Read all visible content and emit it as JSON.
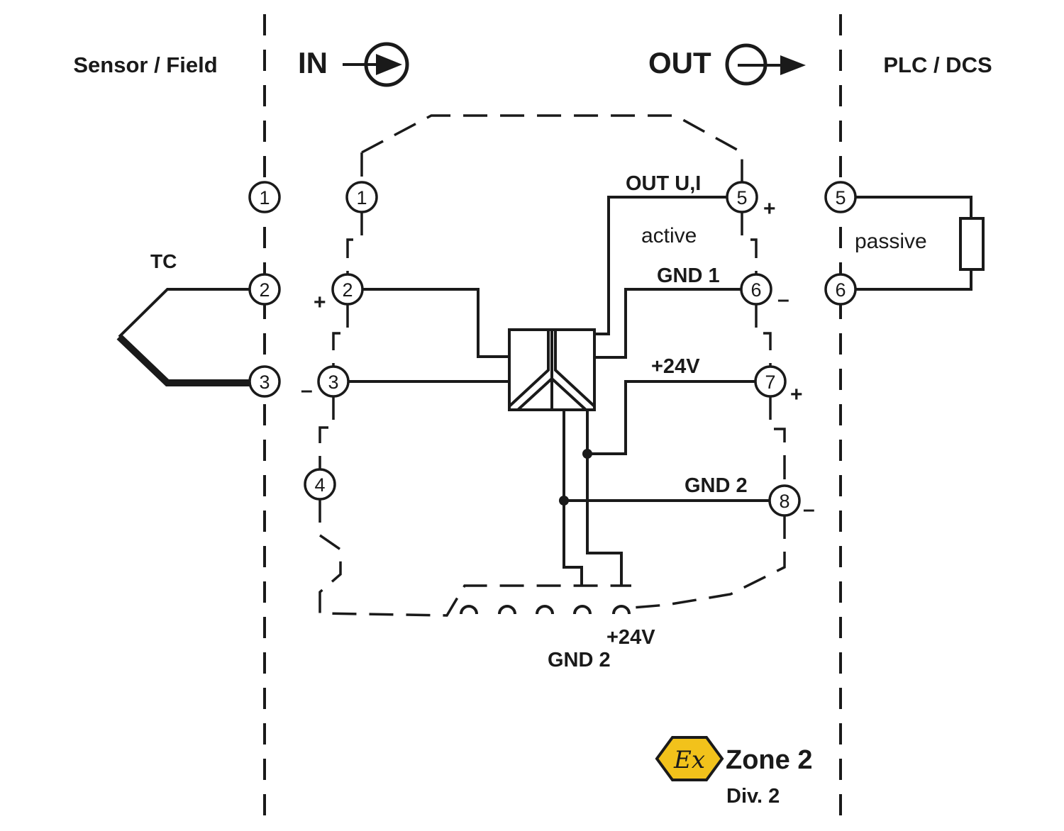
{
  "headers": {
    "sensor_field": "Sensor / Field",
    "in": "IN",
    "out": "OUT",
    "plc_dcs": "PLC / DCS"
  },
  "sensor": {
    "type_label": "TC",
    "terminals": [
      "1",
      "2",
      "3"
    ]
  },
  "input_terminals": {
    "numbers": [
      "1",
      "2",
      "3",
      "4"
    ],
    "plus": "+",
    "minus": "–"
  },
  "output_terminals": {
    "numbers": [
      "5",
      "6",
      "7",
      "8"
    ],
    "out_ui": "OUT U,I",
    "active": "active",
    "gnd1": "GND 1",
    "supply": "+24V",
    "gnd2": "GND 2",
    "plus": "+",
    "minus": "–"
  },
  "plc": {
    "terminals": [
      "5",
      "6"
    ],
    "passive": "passive"
  },
  "bus": {
    "supply": "+24V",
    "gnd2": "GND 2"
  },
  "certification": {
    "symbol": "Ex",
    "zone": "Zone 2",
    "division": "Div. 2",
    "badge_color": "#f2c21b"
  }
}
